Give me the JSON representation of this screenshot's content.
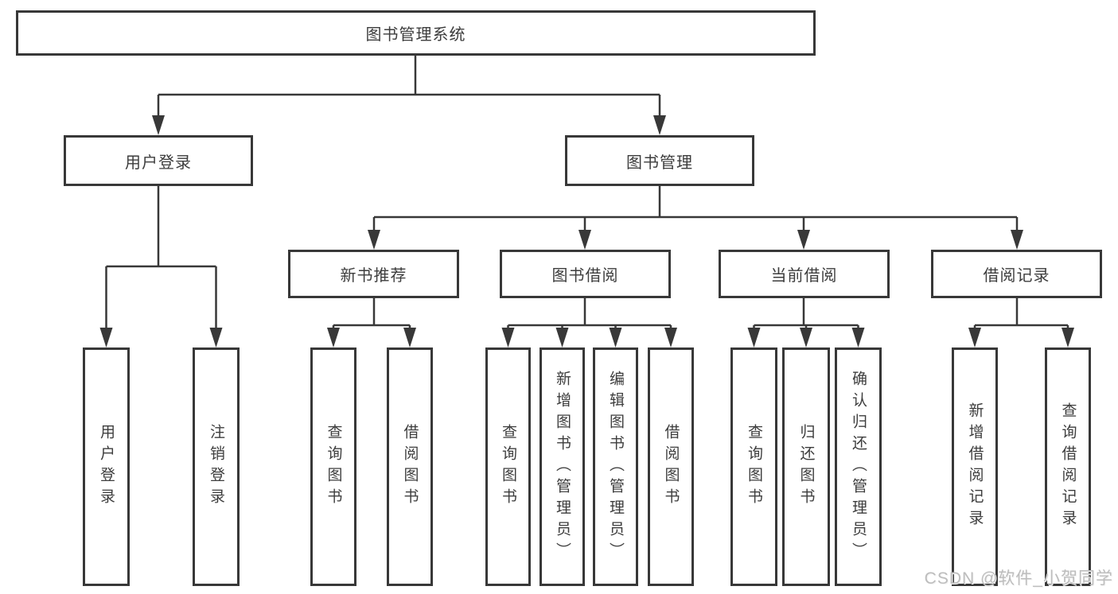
{
  "diagram": {
    "title": "图书管理系统",
    "root": {
      "label": "图书管理系统"
    },
    "level2": [
      {
        "label": "用户登录"
      },
      {
        "label": "图书管理"
      }
    ],
    "level3": [
      {
        "label": "新书推荐",
        "parent": "图书管理"
      },
      {
        "label": "图书借阅",
        "parent": "图书管理"
      },
      {
        "label": "当前借阅",
        "parent": "图书管理"
      },
      {
        "label": "借阅记录",
        "parent": "图书管理"
      }
    ],
    "leaves": [
      {
        "label": "用户登录",
        "parent": "用户登录"
      },
      {
        "label": "注销登录",
        "parent": "用户登录"
      },
      {
        "label": "查询图书",
        "parent": "新书推荐"
      },
      {
        "label": "借阅图书",
        "parent": "新书推荐"
      },
      {
        "label": "查询图书",
        "parent": "图书借阅"
      },
      {
        "label": "新增图书（管理员）",
        "parent": "图书借阅"
      },
      {
        "label": "编辑图书（管理员）",
        "parent": "图书借阅"
      },
      {
        "label": "借阅图书",
        "parent": "图书借阅"
      },
      {
        "label": "查询图书",
        "parent": "当前借阅"
      },
      {
        "label": "归还图书",
        "parent": "当前借阅"
      },
      {
        "label": "确认归还（管理员）",
        "parent": "当前借阅"
      },
      {
        "label": "新增借阅记录",
        "parent": "借阅记录"
      },
      {
        "label": "查询借阅记录",
        "parent": "借阅记录"
      }
    ],
    "watermark": "CSDN @软件_小贺同学",
    "colors": {
      "line": "#383838",
      "text": "#3d3d3d",
      "background": "#ffffff",
      "watermark": "#bdbdbd"
    }
  }
}
